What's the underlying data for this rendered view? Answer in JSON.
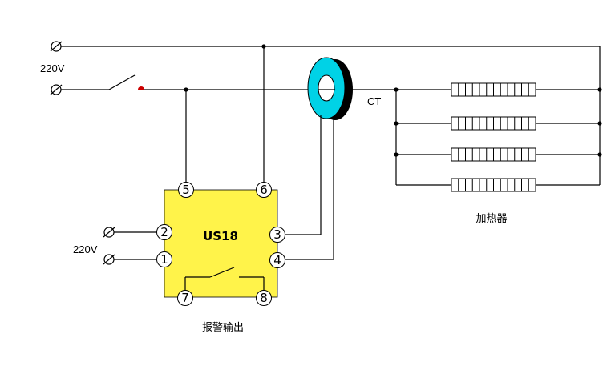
{
  "supply_top": {
    "voltage_label": "220V"
  },
  "supply_aux": {
    "voltage_label": "220V"
  },
  "ct": {
    "label": "CT"
  },
  "heater": {
    "label": "加热器"
  },
  "module": {
    "name": "US18",
    "pins": [
      "1",
      "2",
      "3",
      "4",
      "5",
      "6",
      "7",
      "8"
    ]
  },
  "alarm": {
    "label": "报警输出"
  },
  "colors": {
    "module_fill": "#FFF34A",
    "ct_ring": "#00D2E6",
    "switch_dot": "#CC0000",
    "wire": "#000000"
  }
}
